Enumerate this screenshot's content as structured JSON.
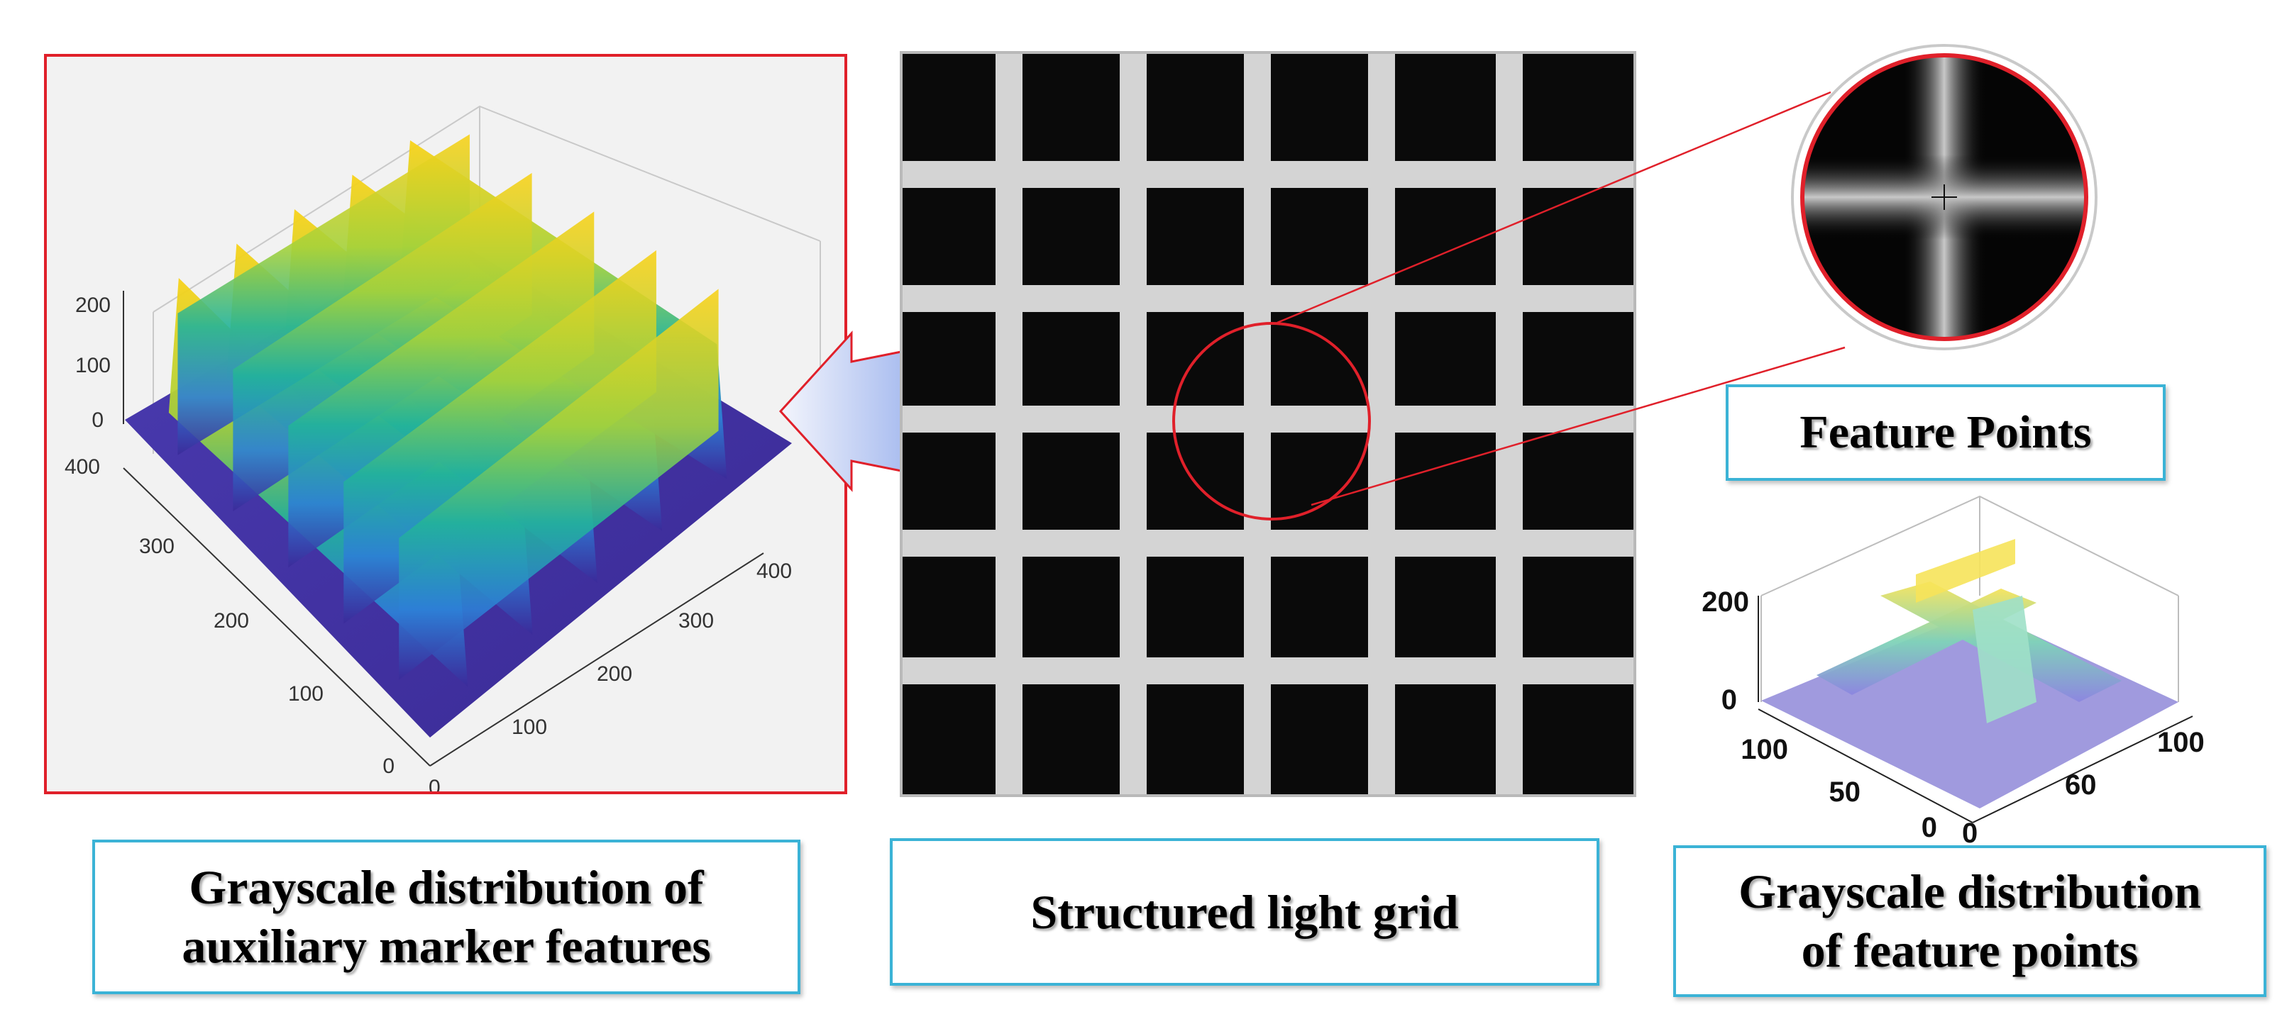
{
  "captions": {
    "left": [
      "Grayscale distribution of",
      "auxiliary marker features"
    ],
    "middle": "Structured light grid",
    "feature_points": "Feature Points",
    "right": [
      "Grayscale distribution",
      "of feature points"
    ]
  },
  "left_plot": {
    "z_ticks": [
      "200",
      "100",
      "0"
    ],
    "y_ticks": [
      "400",
      "300",
      "200",
      "100",
      "0"
    ],
    "x_ticks": [
      "0",
      "100",
      "200",
      "300",
      "400"
    ]
  },
  "small_plot": {
    "z_ticks": [
      "200",
      "0"
    ],
    "y_ticks": [
      "100",
      "50",
      "0"
    ],
    "x_ticks": [
      "0",
      "60",
      "100"
    ]
  },
  "colors": {
    "caption_border": "#3bb3d6",
    "red_frame": "#e0202a",
    "arrow_fill": "#a9bdf0",
    "grid_bar": "#d4d4d4",
    "plot_low": "#3b2a9a",
    "plot_high": "#f9d21a"
  }
}
